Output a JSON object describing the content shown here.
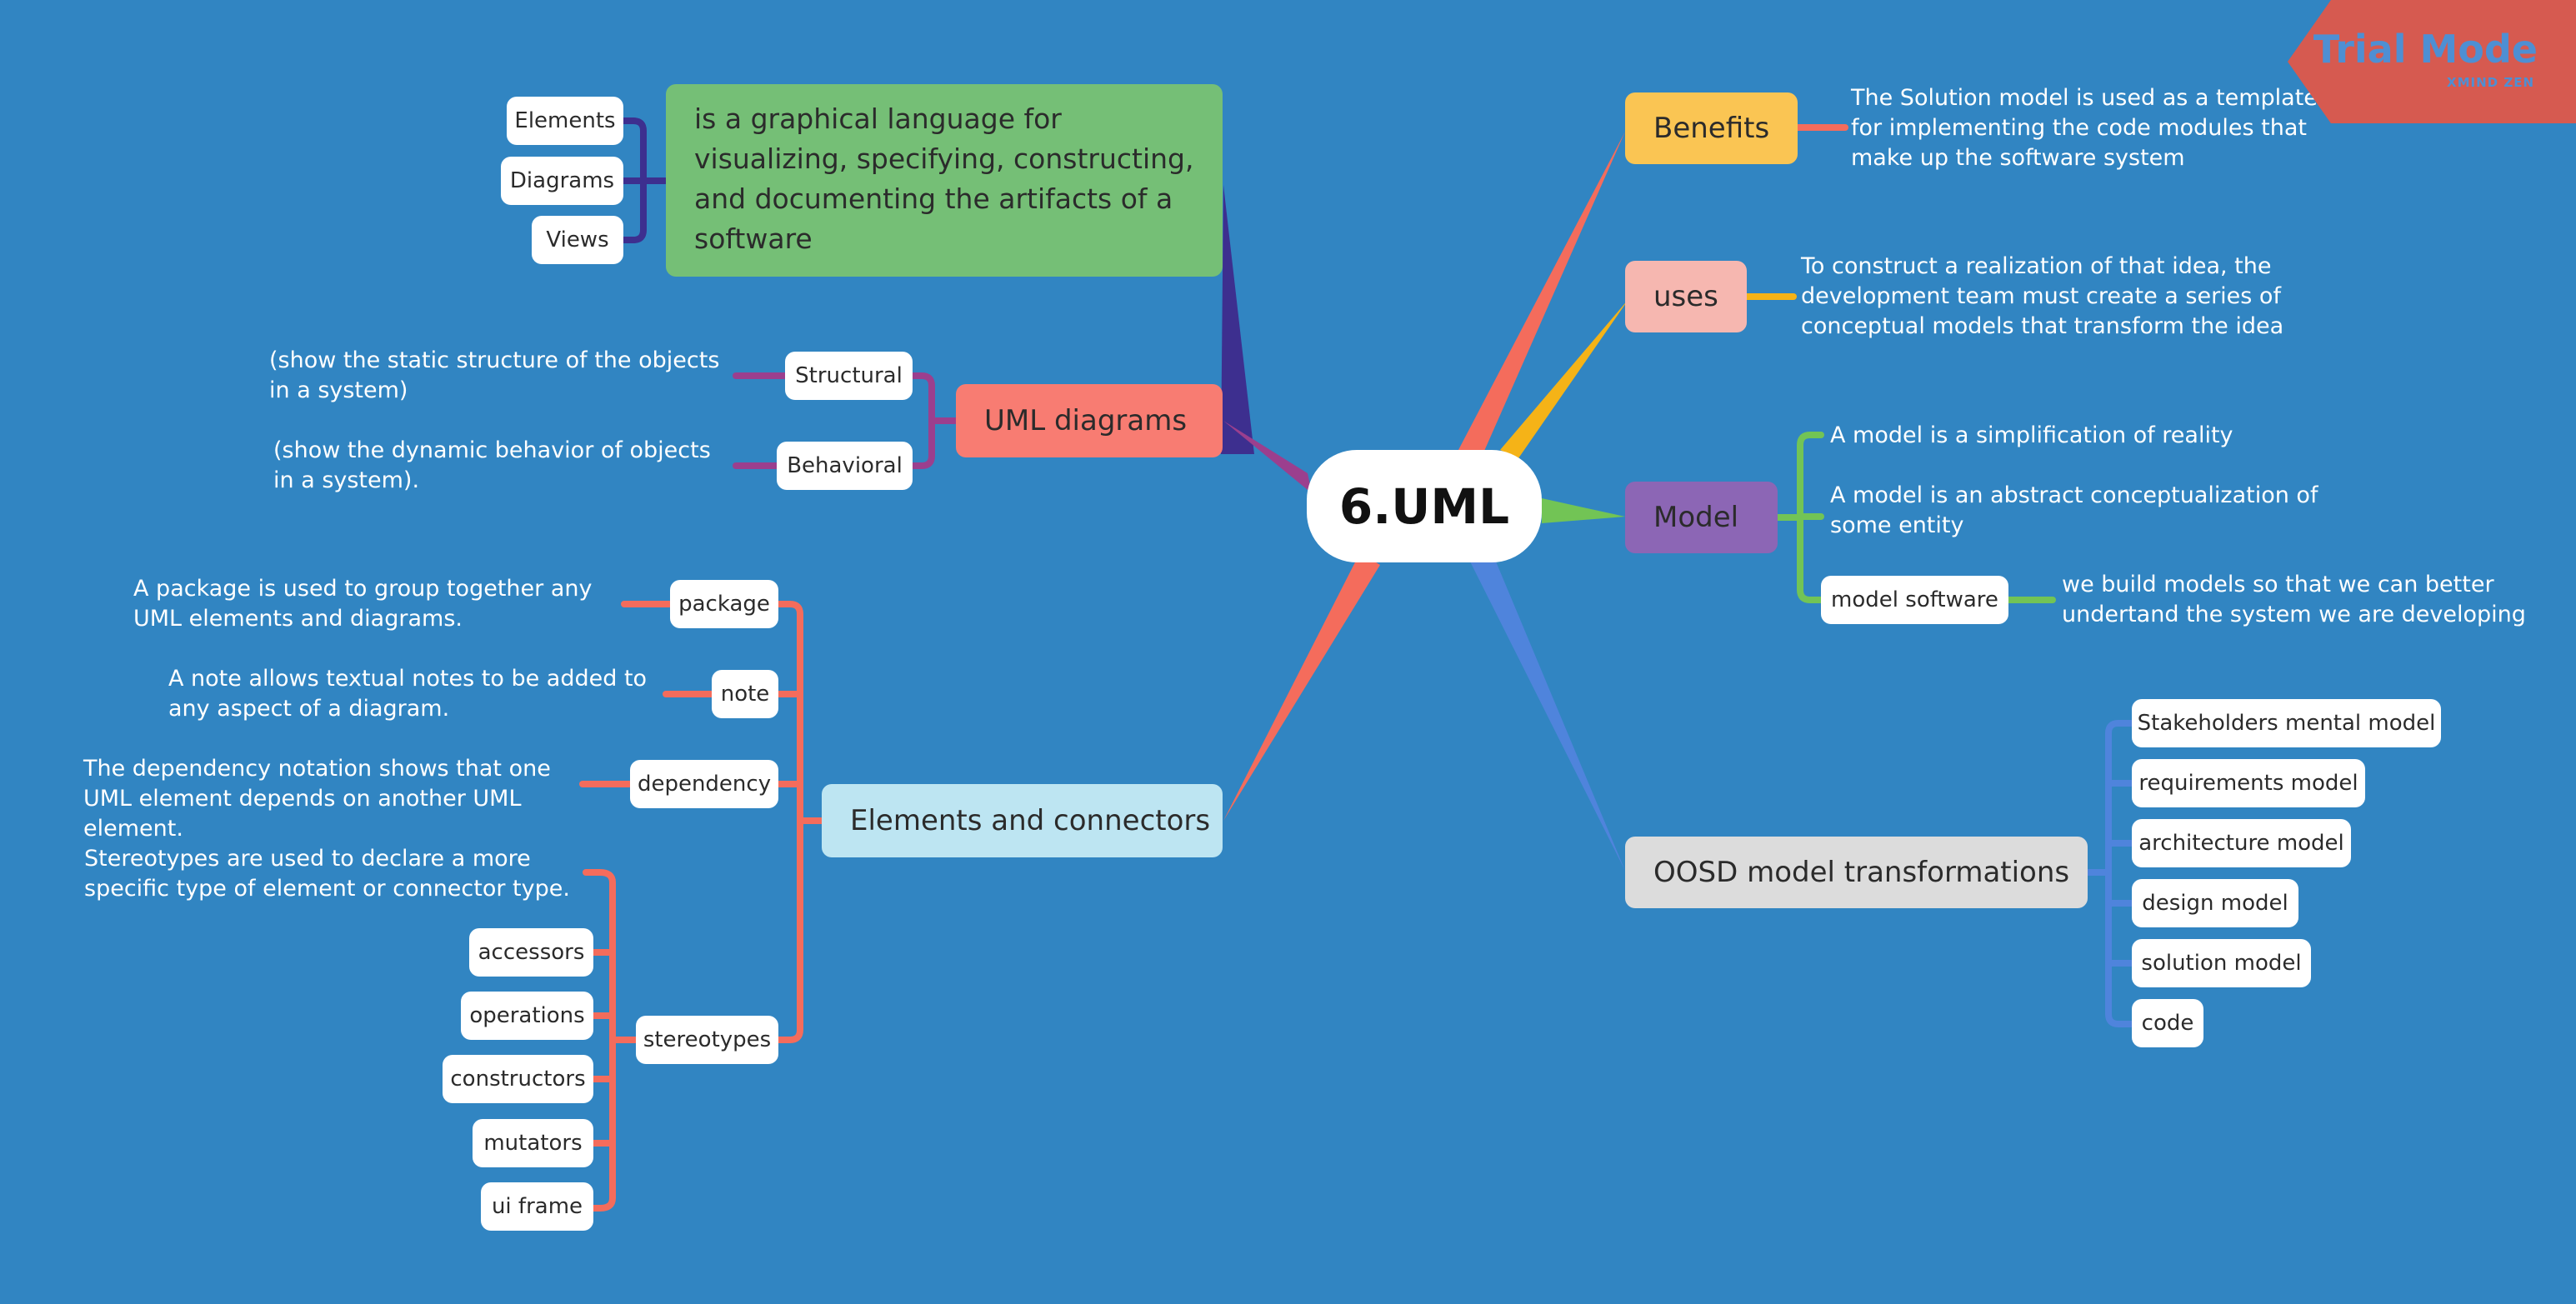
{
  "title": "6.UML",
  "watermark": {
    "main": "Trial Mode",
    "sub": "XMIND ZEN"
  },
  "definition": {
    "text": "is a graphical language for visualizing, specifying, constructing, and documenting the artifacts of a software",
    "items": [
      "Elements",
      "Diagrams",
      "Views"
    ]
  },
  "uml_diagrams": {
    "label": "UML diagrams",
    "items": [
      {
        "label": "Structural",
        "note": "(show the static structure of the objects in a system)"
      },
      {
        "label": "Behavioral",
        "note": "(show the dynamic behavior of objects in a system)."
      }
    ]
  },
  "elements_connectors": {
    "label": "Elements and connectors",
    "items": [
      {
        "label": "package",
        "note": "A package is used to group together any UML elements and diagrams."
      },
      {
        "label": "note",
        "note": "A note allows textual notes to be added to any aspect of a diagram."
      },
      {
        "label": "dependency",
        "note": "The dependency notation shows that one UML element depends on another UML element."
      },
      {
        "label": "stereotypes",
        "note": "Stereotypes are used to declare a more specific type of element or connector type."
      }
    ],
    "stereotype_items": [
      "accessors",
      "operations",
      "constructors",
      "mutators",
      "ui frame"
    ]
  },
  "benefits": {
    "label": "Benefits",
    "note": "The Solution model is used as a template for implementing the code modules that make up the software system"
  },
  "uses": {
    "label": "uses",
    "note": "To construct a realization of that idea, the development team must create a series of conceptual models that transform the idea"
  },
  "model": {
    "label": "Model",
    "note1": "A model is a simplification of reality",
    "note2": "A model is an abstract conceptualization of some entity",
    "child": "model software",
    "child_note": "we build models so that we can better undertand the system we are developing"
  },
  "oosd": {
    "label": "OOSD model transformations",
    "items": [
      "Stakeholders mental model",
      "requirements model",
      "architecture model",
      "design model",
      "solution model",
      "code"
    ]
  },
  "colors": {
    "background": "#3185c2",
    "definition": "#75bf76",
    "uml_diagrams": "#f87c72",
    "elements_connectors": "#bde5f2",
    "benefits": "#fac553",
    "uses": "#f6b7b0",
    "model": "#8c66b5",
    "oosd": "#dcdcdc",
    "branch_purple": "#3d2f8f",
    "branch_red": "#f46c5c",
    "branch_magenta": "#9b3f8e",
    "branch_yellow": "#f5b317",
    "branch_green": "#72c455",
    "branch_blue": "#4f84dc"
  }
}
